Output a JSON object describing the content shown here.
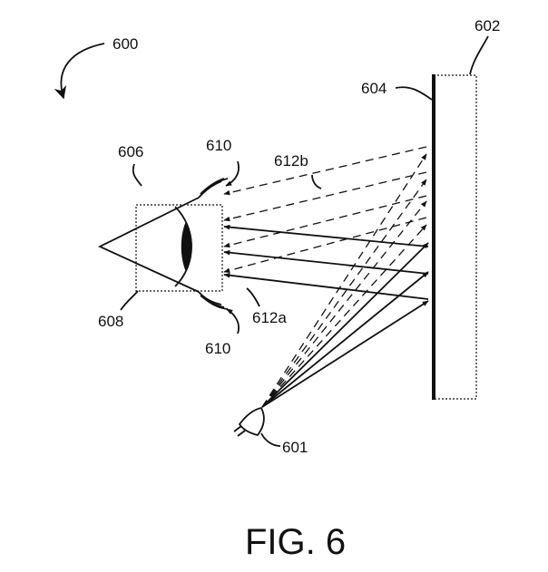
{
  "labels": {
    "system": "600",
    "light_source": "601",
    "display": "602",
    "reflector": "604",
    "eye_box": "606",
    "eye": "608",
    "eyelash_top": "610",
    "eyelash_bottom": "610",
    "rays_solid": "612a",
    "rays_dashed": "612b"
  },
  "caption": "FIG. 6"
}
